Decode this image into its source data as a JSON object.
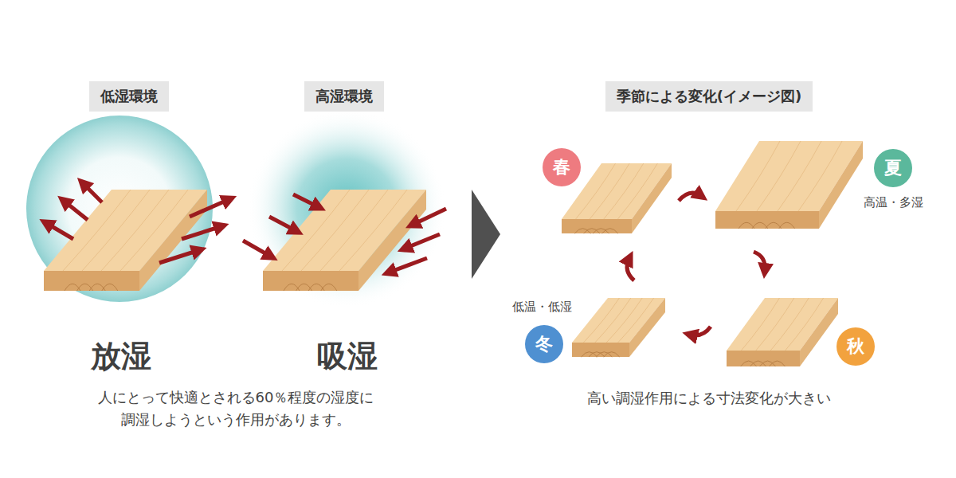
{
  "diagram": {
    "nodes": [
      {
        "text": [
          "低湿環境"
        ]
      },
      {
        "text": [
          "高湿環境"
        ]
      },
      {
        "text": [
          "季節による変化(イメージ図)"
        ]
      },
      {
        "text": [
          "春"
        ]
      },
      {
        "text": [
          "夏"
        ]
      },
      {
        "text": [
          "秋"
        ]
      },
      {
        "text": [
          "冬"
        ]
      }
    ],
    "labels": [
      "放湿",
      "吸湿",
      "人にとって快適とされる60％程度の湿度に 調湿しようという作用があります。",
      "高温・多湿",
      "低温・低湿",
      "高い調湿作用による寸法変化が大きい"
    ]
  }
}
